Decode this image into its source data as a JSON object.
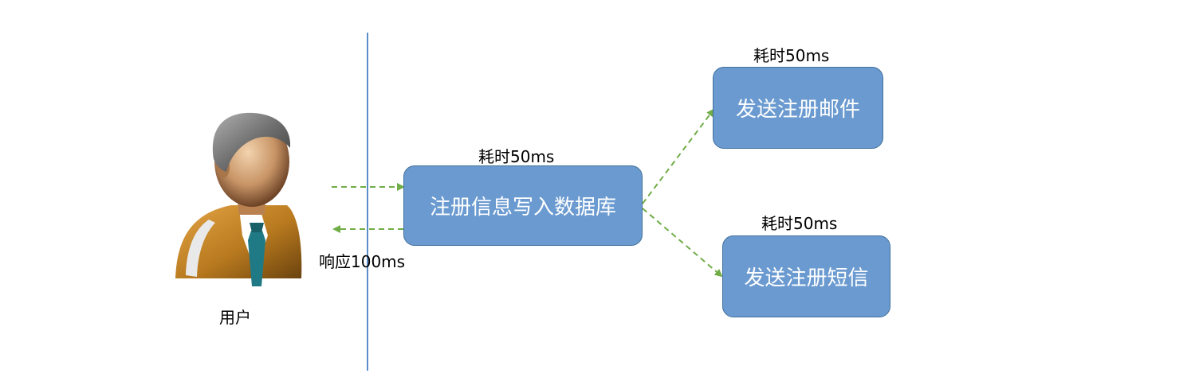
{
  "diagram": {
    "user_label": "用户",
    "response_label": "响应100ms",
    "db_step": {
      "label": "注册信息写入数据库",
      "time": "耗时50ms"
    },
    "email_step": {
      "label": "发送注册邮件",
      "time": "耗时50ms"
    },
    "sms_step": {
      "label": "发送注册短信",
      "time": "耗时50ms"
    },
    "colors": {
      "box_fill": "#6a9ad0",
      "box_border": "#41719c",
      "arrow": "#70ad47",
      "divider": "#5b8ec9"
    },
    "icons": [
      "user-avatar-icon"
    ]
  }
}
